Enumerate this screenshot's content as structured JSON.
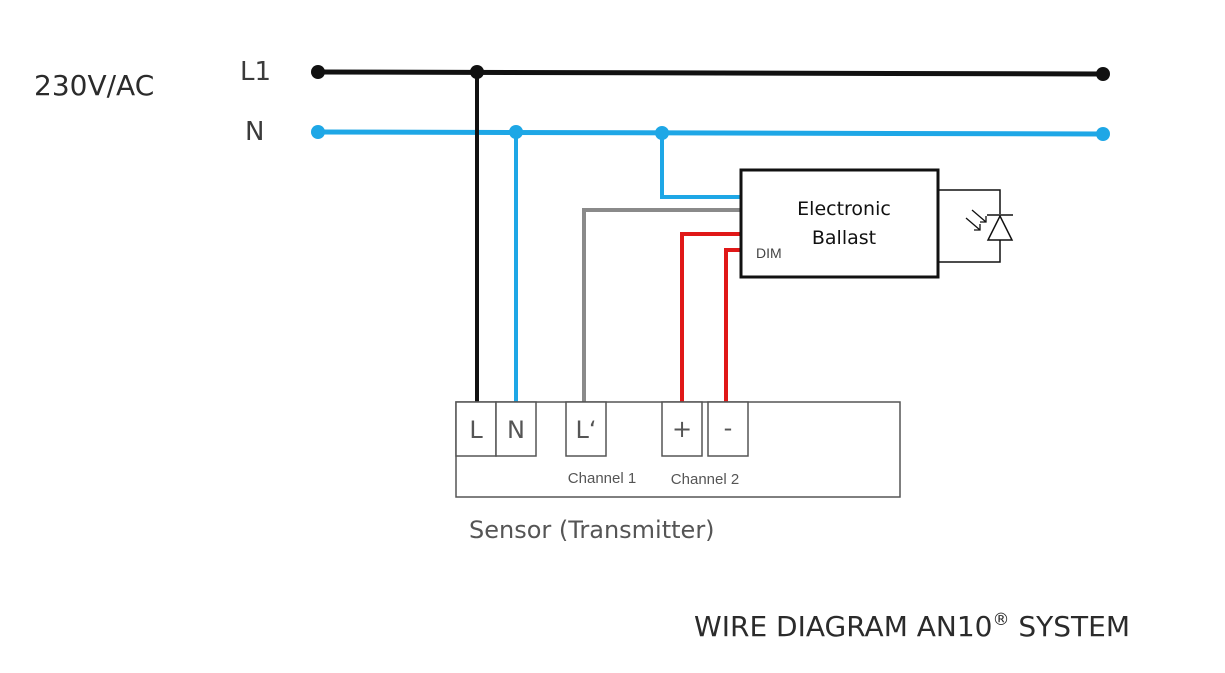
{
  "supply": {
    "voltage": "230V/AC",
    "l1_label": "L1",
    "n_label": "N"
  },
  "ballast": {
    "line1": "Electronic",
    "line2": "Ballast",
    "dim_label": "DIM"
  },
  "sensor": {
    "caption": "Sensor (Transmitter)",
    "terminals": {
      "l": "L",
      "n": "N",
      "l_prime": "L‘",
      "plus": "+",
      "minus": "-"
    },
    "channel1": "Channel 1",
    "channel2": "Channel 2"
  },
  "title": {
    "text": "WIRE DIAGRAM AN10",
    "registered": "®",
    "suffix": " SYSTEM"
  },
  "colors": {
    "line_l1": "#111111",
    "line_n": "#1ea7e6",
    "wire_switched": "#8a8a8a",
    "wire_dim": "#e01818",
    "box_outline": "#111111",
    "sensor_outline": "#555555"
  }
}
